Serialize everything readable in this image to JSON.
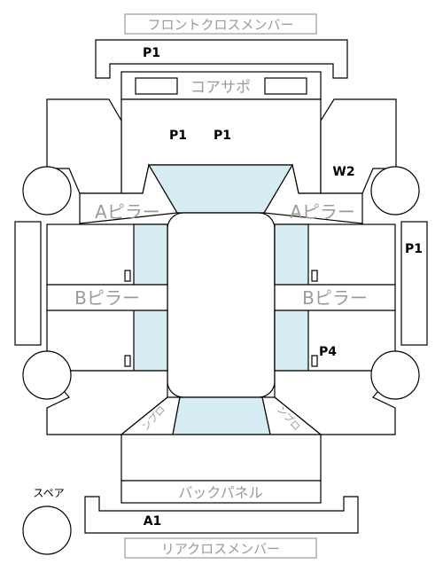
{
  "labels": {
    "front_cross_member": "フロントクロスメンバー",
    "core_support": "コアサポ",
    "a_pillar": "Aピラー",
    "b_pillar": "Bピラー",
    "back_panel": "バックパネル",
    "rear_cross_member": "リアクロスメンバー",
    "spare": "スペア",
    "trunk_short": "ンプロ"
  },
  "markers": {
    "front_cross_p1": "P1",
    "hood_p1_left": "P1",
    "hood_p1_right": "P1",
    "w2": "W2",
    "right_side_p1": "P1",
    "p4": "P4",
    "rear_a1": "A1"
  },
  "colors": {
    "glass": "#d6ebf2",
    "label_gray": "#9a9a9a",
    "line": "#000000"
  }
}
